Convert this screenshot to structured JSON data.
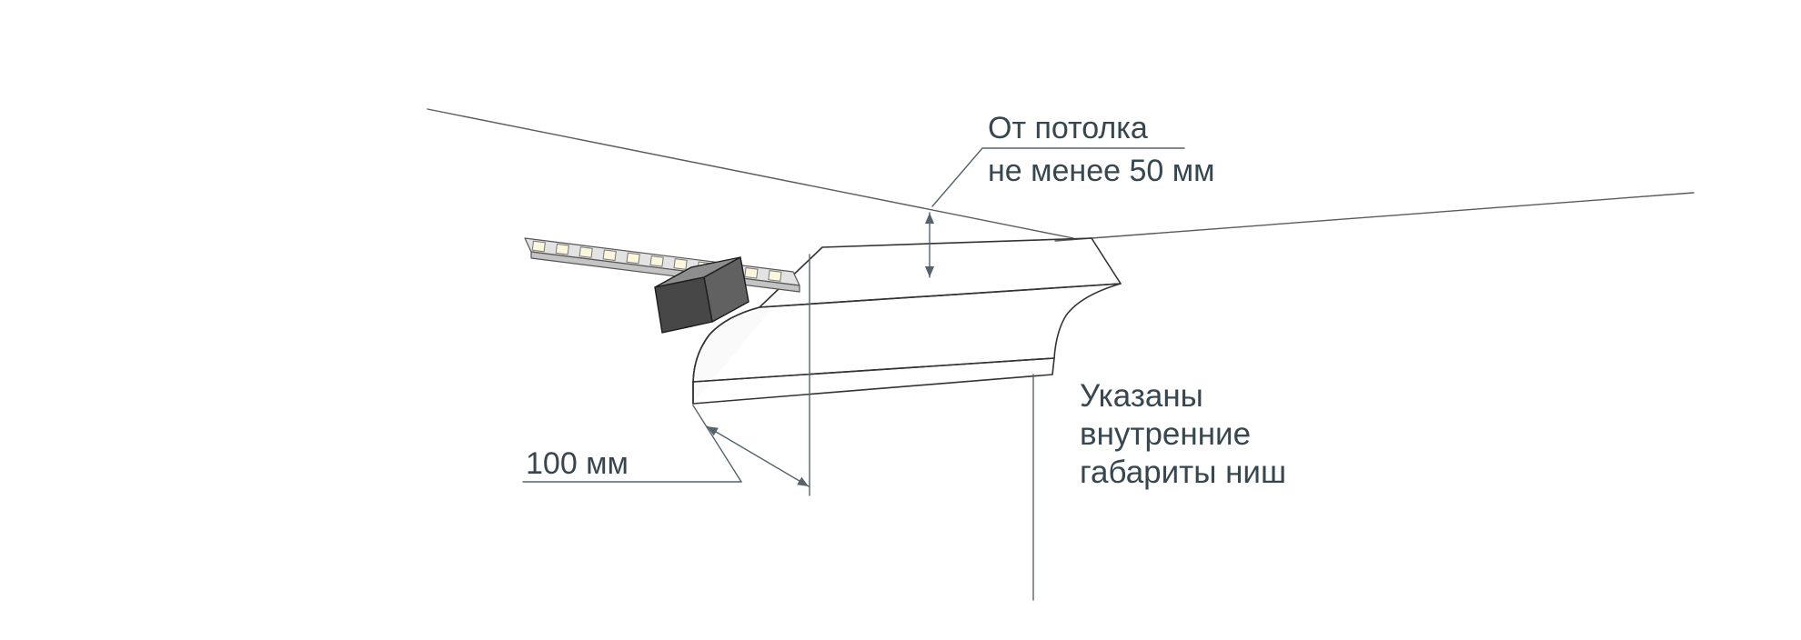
{
  "diagram": {
    "labels": {
      "gap_line1": "От потолка",
      "gap_line2": "не менее 50 мм",
      "depth": "100 мм",
      "note_line1": "Указаны",
      "note_line2": "внутренние",
      "note_line3": "габариты ниш"
    },
    "colors": {
      "text": "#37474f",
      "dimension_line": "#55636b",
      "ceiling_line": "#5a5a5a",
      "outline": "#333333",
      "molding_front": "#fbfbfb",
      "molding_top": "#ededed",
      "molding_end": "#fafafa",
      "molding_lip": "#f1f1f1",
      "strip_top": "#e3e3e3",
      "strip_edge": "#c4c4c4",
      "led": "#fcf6dc",
      "profile_dark": "#474747",
      "profile_top": "#8d8d8d",
      "profile_side": "#616161"
    }
  }
}
